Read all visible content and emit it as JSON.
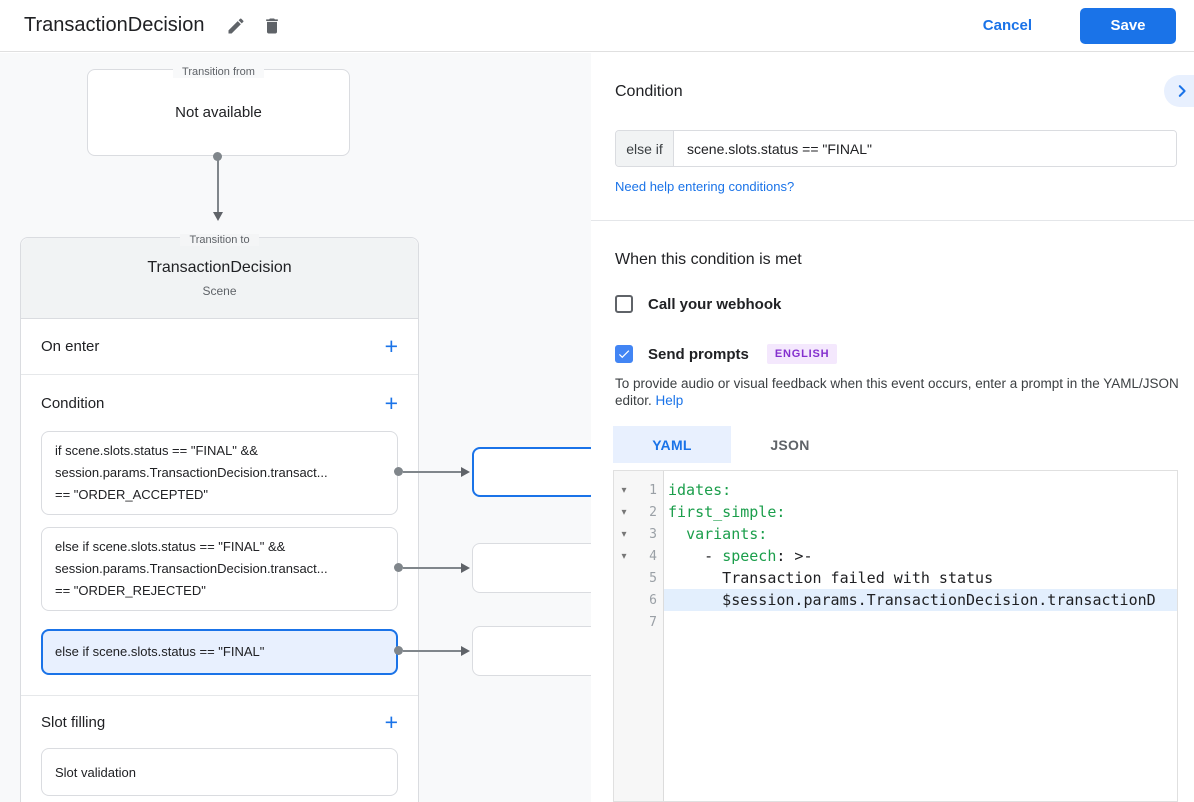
{
  "colors": {
    "accent_blue": "#1a73e8",
    "checkbox_blue": "#4285f4",
    "selected_fill": "#e8f0fe",
    "badge_purple_text": "#8430ce",
    "badge_purple_bg": "#f4e8fd",
    "code_key_green": "#1b9e4b",
    "canvas_gray": "#f8f9fa"
  },
  "header": {
    "title": "TransactionDecision",
    "cancel": "Cancel",
    "save": "Save"
  },
  "canvas": {
    "add_glyph": "+",
    "transition_from": {
      "legend": "Transition from",
      "value": "Not available"
    },
    "transition_to": {
      "legend": "Transition to",
      "title": "TransactionDecision",
      "subtitle": "Scene",
      "on_enter_label": "On enter",
      "condition_label": "Condition",
      "conditions": [
        {
          "selected": false,
          "lines": [
            "if scene.slots.status == \"FINAL\" &&",
            "session.params.TransactionDecision.transact...",
            "== \"ORDER_ACCEPTED\""
          ]
        },
        {
          "selected": false,
          "lines": [
            "else if scene.slots.status == \"FINAL\" &&",
            "session.params.TransactionDecision.transact...",
            "== \"ORDER_REJECTED\""
          ]
        },
        {
          "selected": true,
          "lines": [
            "else if scene.slots.status == \"FINAL\""
          ]
        }
      ],
      "slot_filling_label": "Slot filling",
      "slot_item": "Slot validation"
    }
  },
  "panel": {
    "condition": {
      "heading": "Condition",
      "operator": "else if",
      "expression": "scene.slots.status == \"FINAL\"",
      "help_link": "Need help entering conditions?"
    },
    "when_met": {
      "heading": "When this condition is met",
      "webhook_label": "Call your webhook",
      "webhook_checked": false,
      "prompts_label": "Send prompts",
      "prompts_checked": true,
      "language_badge": "ENGLISH",
      "description": "To provide audio or visual feedback when this event occurs, enter a prompt in the YAML/JSON editor.",
      "help_label": "Help"
    },
    "editor": {
      "tabs": [
        {
          "label": "YAML",
          "active": true
        },
        {
          "label": "JSON",
          "active": false
        }
      ],
      "fold_glyph": "▾",
      "lines": [
        {
          "number": 1,
          "fold": true,
          "highlight": false,
          "segments": [
            {
              "t": "idates:",
              "c": "k"
            }
          ]
        },
        {
          "number": 2,
          "fold": true,
          "highlight": false,
          "segments": [
            {
              "t": "first_simple:",
              "c": "k"
            }
          ]
        },
        {
          "number": 3,
          "fold": true,
          "highlight": false,
          "segments": [
            {
              "t": "  ",
              "c": "p"
            },
            {
              "t": "variants:",
              "c": "k"
            }
          ]
        },
        {
          "number": 4,
          "fold": true,
          "highlight": false,
          "segments": [
            {
              "t": "    - ",
              "c": "p"
            },
            {
              "t": "speech",
              "c": "k"
            },
            {
              "t": ": >-",
              "c": "p"
            }
          ]
        },
        {
          "number": 5,
          "fold": false,
          "highlight": false,
          "segments": [
            {
              "t": "      Transaction failed with status",
              "c": "p"
            }
          ]
        },
        {
          "number": 6,
          "fold": false,
          "highlight": true,
          "segments": [
            {
              "t": "      $session.params.TransactionDecision.transactionD",
              "c": "p"
            }
          ]
        },
        {
          "number": 7,
          "fold": false,
          "highlight": false,
          "segments": []
        }
      ]
    }
  }
}
